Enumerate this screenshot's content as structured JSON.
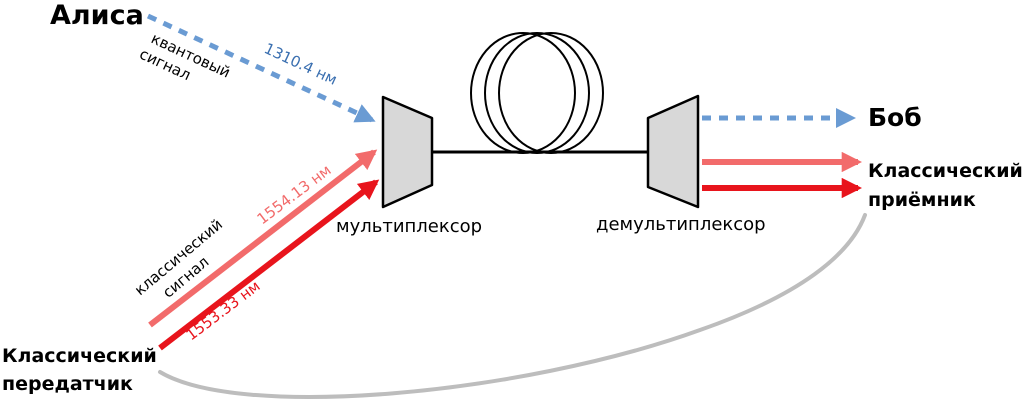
{
  "nodes": {
    "alice": "Алиса",
    "bob": "Боб",
    "classical_receiver": [
      "Классический",
      "приёмник"
    ],
    "classical_transmitter": [
      "Классический",
      "передатчик"
    ]
  },
  "devices": {
    "multiplexer": "мультиплексор",
    "demultiplexer": "демультиплексор"
  },
  "signals": {
    "quantive": [
      "квантовый",
      "сигнал"
    ],
    "classical": [
      "классический",
      "сигнал"
    ]
  },
  "wavelengths": {
    "quantum": "1310.4 нм",
    "classical_1": "1554.13 нм",
    "classical_2": "1553.33 нм"
  },
  "colors": {
    "quantum": "#6a9bd3",
    "quantum_text": "#3a6fb0",
    "classical_light": "#f26b6b",
    "classical_dark": "#e8141c",
    "device_fill": "#d8d8d8",
    "loop": "#bdbdbd"
  }
}
